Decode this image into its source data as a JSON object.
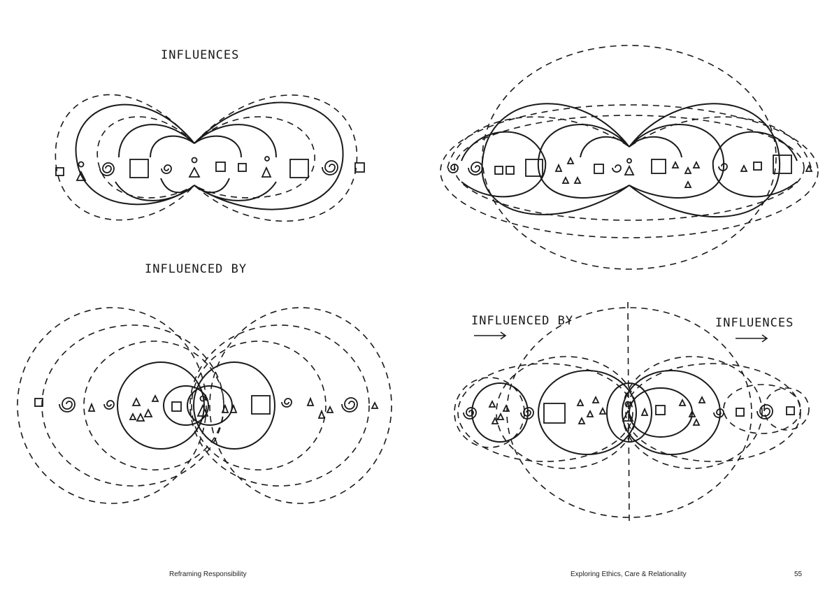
{
  "spread": {
    "left_page": {
      "labels": {
        "top_sketch": "INFLUENCES",
        "bottom_sketch": "INFLUENCED BY"
      },
      "footer": "Reframing Responsibility"
    },
    "right_page": {
      "labels": {
        "bottom_left": "INFLUENCED BY",
        "bottom_right": "INFLUENCES"
      },
      "footer": "Exploring Ethics, Care & Relationality",
      "page_number": "55"
    }
  },
  "style": {
    "ink": "#1a1a1a",
    "paper": "#ffffff"
  }
}
